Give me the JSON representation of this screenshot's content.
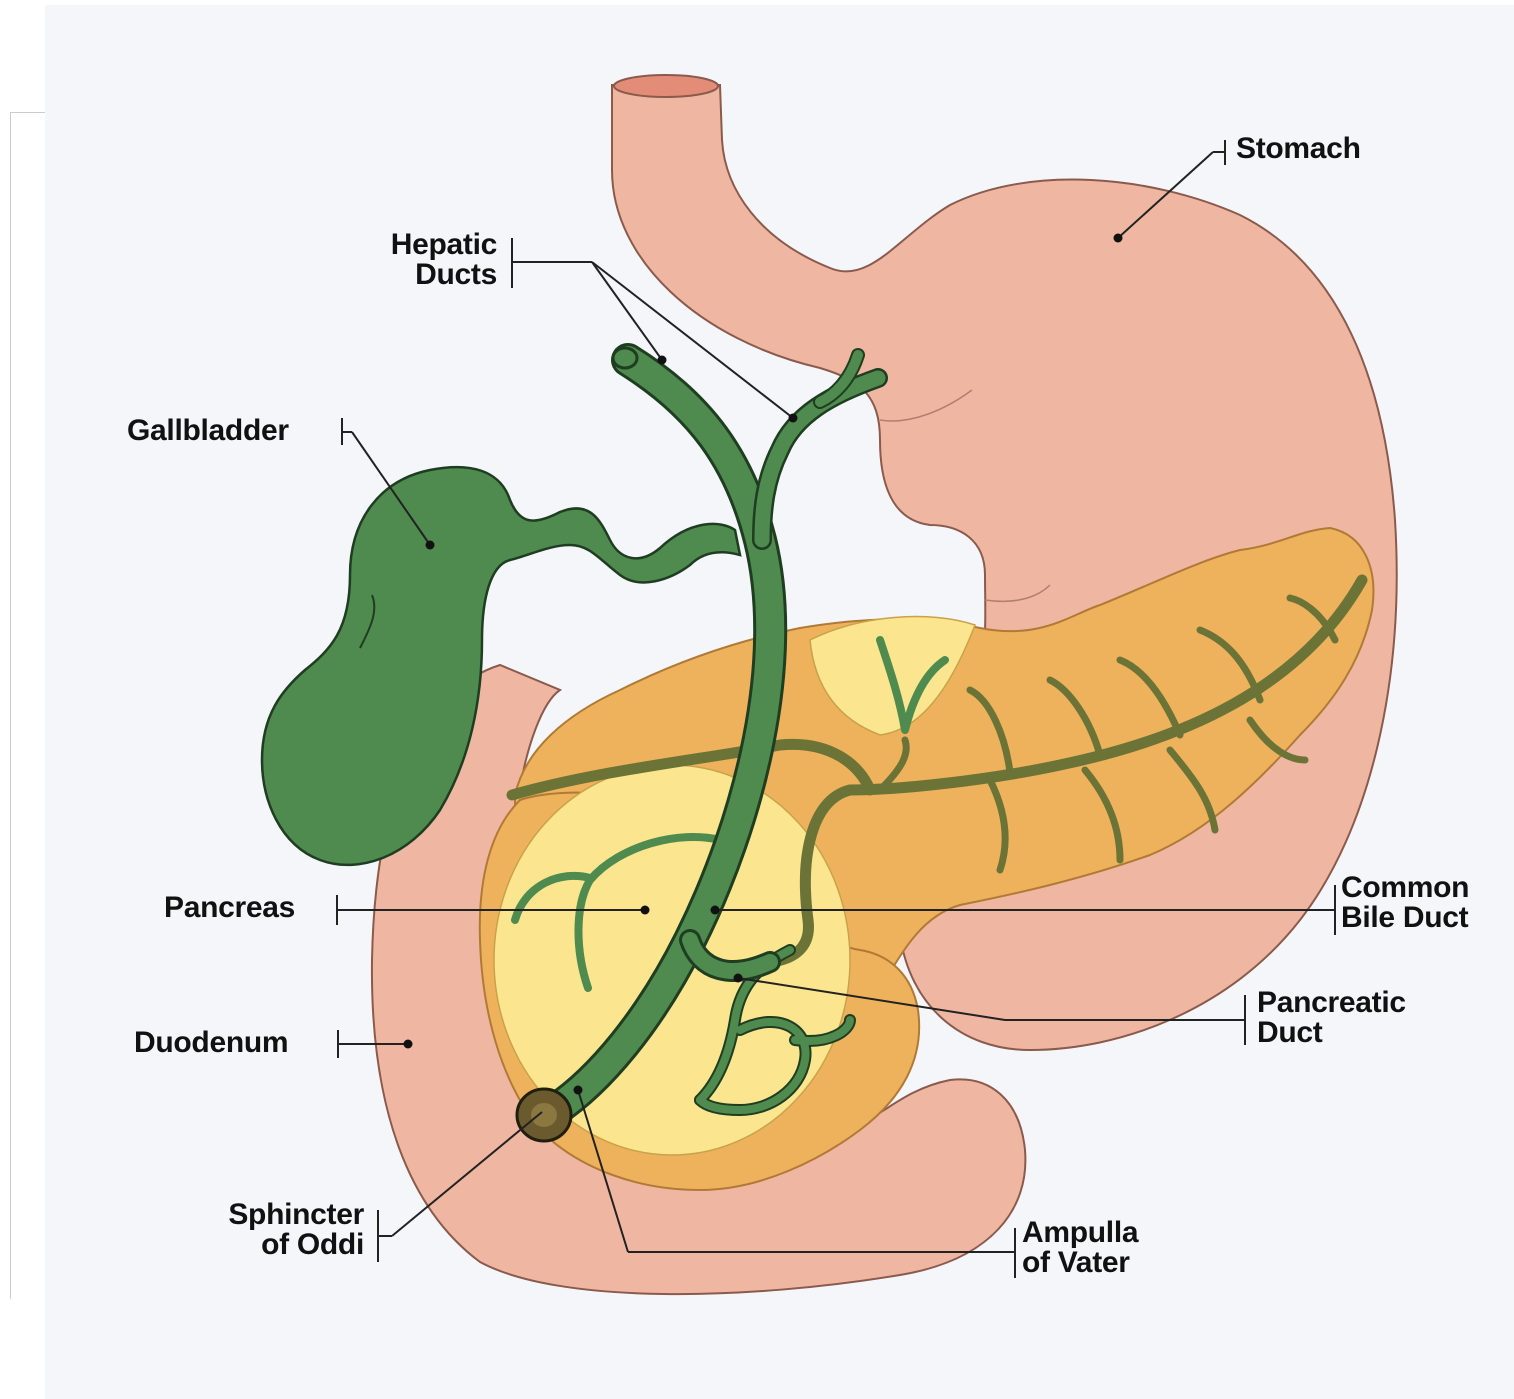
{
  "labels": {
    "stomach": "Stomach",
    "hepatic_ducts": [
      "Hepatic",
      "Ducts"
    ],
    "gallbladder": "Gallbladder",
    "pancreas": "Pancreas",
    "common_bile_duct": [
      "Common",
      "Bile Duct"
    ],
    "pancreatic_duct": [
      "Pancreatic",
      "Duct"
    ],
    "duodenum": "Duodenum",
    "sphincter_of_oddi": [
      "Sphincter",
      "of Oddi"
    ],
    "ampulla_of_vater": [
      "Ampulla",
      "of Vater"
    ]
  },
  "colors": {
    "stomach": "#efb7a2",
    "stomach_outline": "#8a5a4c",
    "esophagus_opening": "#e38d78",
    "bile_duct": "#4f8a4f",
    "bile_duct_outline": "#1f3d21",
    "pancreas": "#eeb25c",
    "pancreas_outline": "#b07a36",
    "pancreas_head": "#fbe58e",
    "pancreatic_duct": "#6b7436",
    "label_text": "#111111",
    "leader_line": "#222222"
  }
}
